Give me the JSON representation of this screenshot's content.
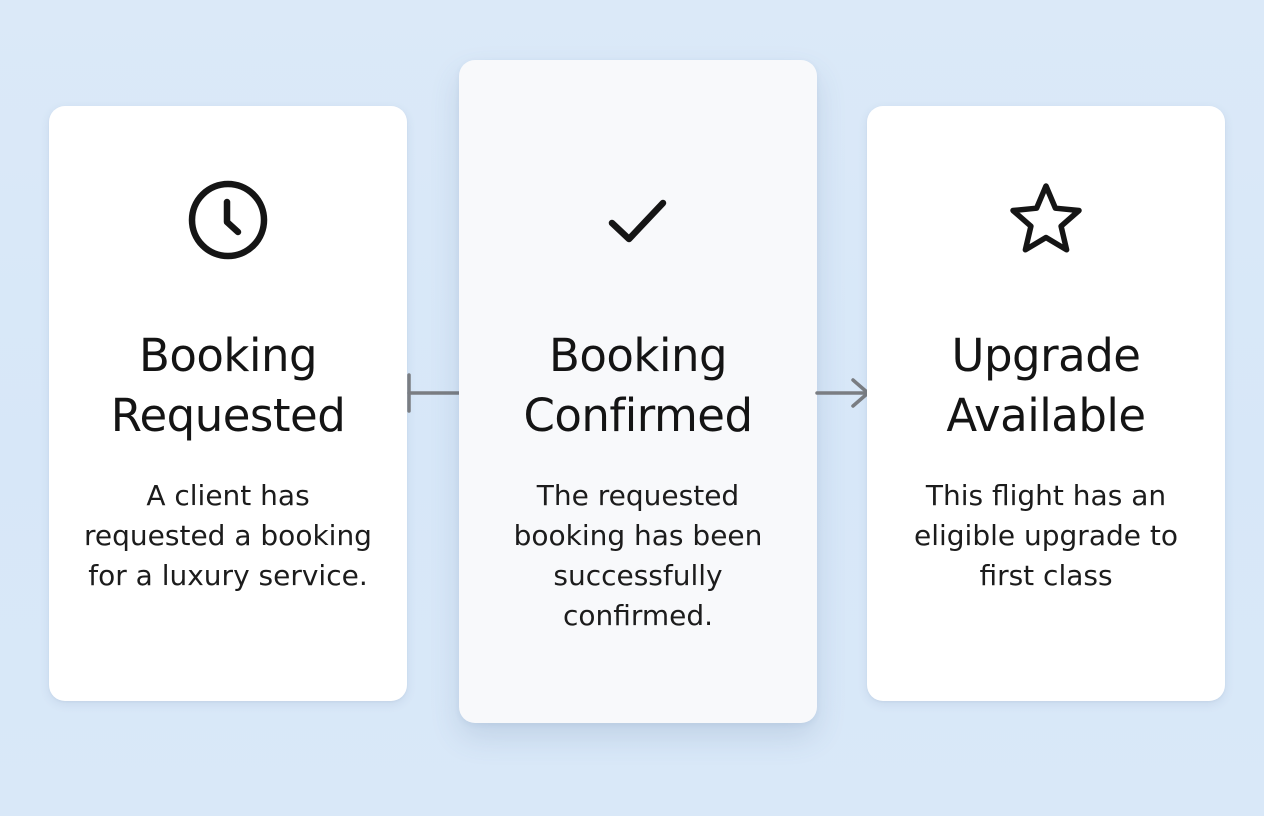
{
  "cards": [
    {
      "icon": "clock-icon",
      "title_line1": "Booking",
      "title_line2": "Requested",
      "description": "A client has requested a booking for a luxury service."
    },
    {
      "icon": "checkmark-icon",
      "title_line1": "Booking",
      "title_line2": "Confirmed",
      "description": "The requested booking has been successfully confirmed."
    },
    {
      "icon": "star-icon",
      "title_line1": "Upgrade",
      "title_line2": "Available",
      "description": "This flight has an eligible upgrade to first class"
    }
  ],
  "connectors": [
    {
      "icon": "connector-bar-icon"
    },
    {
      "icon": "arrow-right-icon"
    }
  ],
  "colors": {
    "background": "#d9e8f8",
    "card": "#ffffff",
    "highlighted_card": "#f8f9fb",
    "text": "#141414",
    "connector": "#7a7d82"
  }
}
